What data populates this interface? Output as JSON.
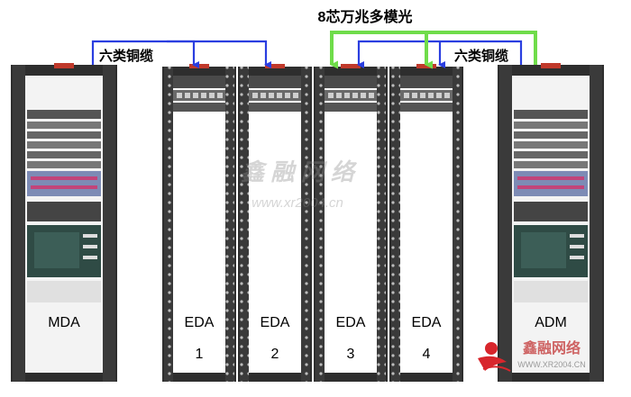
{
  "labels": {
    "top_fiber": "8芯万兆多模光",
    "left_copper": "六类铜缆",
    "right_copper": "六类铜缆"
  },
  "racks": {
    "mda": {
      "label": "MDA"
    },
    "adm": {
      "label": "ADM"
    },
    "edas": [
      {
        "label": "EDA",
        "number": "1"
      },
      {
        "label": "EDA",
        "number": "2"
      },
      {
        "label": "EDA",
        "number": "3"
      },
      {
        "label": "EDA",
        "number": "4"
      }
    ]
  },
  "watermark": {
    "center_text": "鑫 融 网 络",
    "center_url": "www.xr2004.cn",
    "logo_text": "鑫融网络",
    "logo_url": "WWW.XR2004.CN"
  },
  "colors": {
    "copper_cable": "#2a3ee0",
    "fiber_cable": "#6fdc4a",
    "rack_frame": "#2e2e2e",
    "watermark_red": "#d8262c"
  }
}
